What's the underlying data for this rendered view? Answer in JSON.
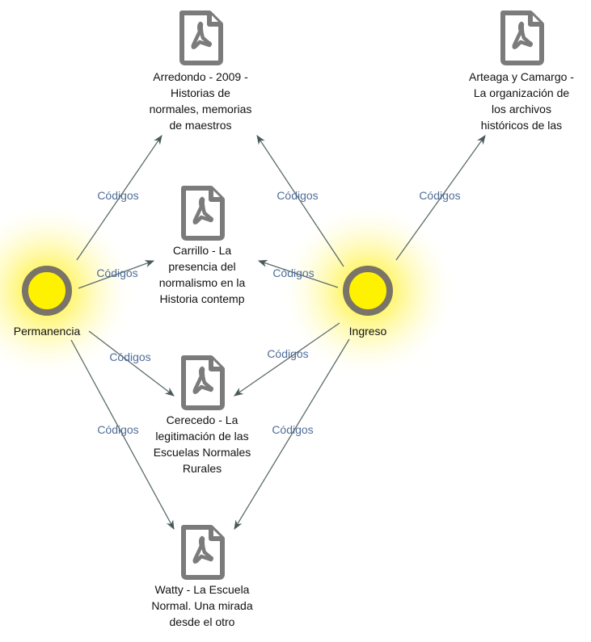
{
  "codes": [
    {
      "id": "permanencia",
      "label": "Permanencia"
    },
    {
      "id": "ingreso",
      "label": "Ingreso"
    }
  ],
  "documents": [
    {
      "id": "arredondo",
      "lines": [
        "Arredondo - 2009 -",
        "Historias de",
        "normales, memorias",
        "de maestros"
      ]
    },
    {
      "id": "arteaga",
      "lines": [
        "Arteaga y Camargo -",
        "La organización de",
        "los archivos",
        "históricos de las"
      ]
    },
    {
      "id": "carrillo",
      "lines": [
        "Carrillo - La",
        "presencia del",
        "normalismo en la",
        "Historia contemp"
      ]
    },
    {
      "id": "cerecedo",
      "lines": [
        "Cerecedo - La",
        "legitimación de las",
        "Escuelas Normales",
        "Rurales"
      ]
    },
    {
      "id": "watty",
      "lines": [
        "Watty - La Escuela",
        "Normal. Una mirada",
        "desde el otro"
      ]
    }
  ],
  "edges": [
    {
      "from": "permanencia",
      "to": "arredondo",
      "label": "Códigos"
    },
    {
      "from": "permanencia",
      "to": "carrillo",
      "label": "Códigos"
    },
    {
      "from": "permanencia",
      "to": "cerecedo",
      "label": "Códigos"
    },
    {
      "from": "permanencia",
      "to": "watty",
      "label": "Códigos"
    },
    {
      "from": "ingreso",
      "to": "arredondo",
      "label": "Códigos"
    },
    {
      "from": "ingreso",
      "to": "carrillo",
      "label": "Códigos"
    },
    {
      "from": "ingreso",
      "to": "arteaga",
      "label": "Códigos"
    },
    {
      "from": "ingreso",
      "to": "cerecedo",
      "label": "Códigos"
    },
    {
      "from": "ingreso",
      "to": "watty",
      "label": "Códigos"
    }
  ],
  "colors": {
    "glow": "#fff200",
    "ring": "#7a7468",
    "link_label": "#4f6d99",
    "edge": "#5c6b6b"
  }
}
